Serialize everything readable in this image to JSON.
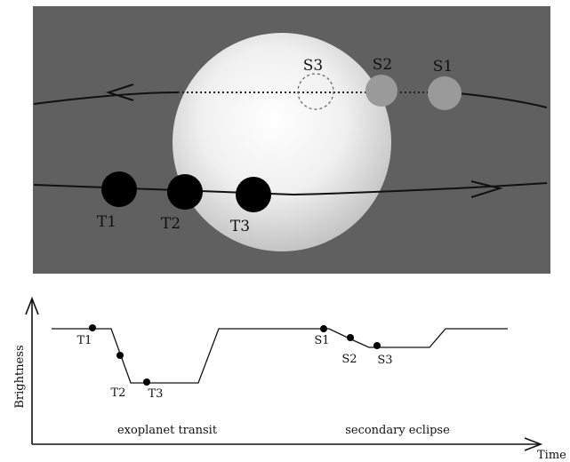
{
  "orbit_panel": {
    "transit_points": [
      {
        "label": "T1"
      },
      {
        "label": "T2"
      },
      {
        "label": "T3"
      }
    ],
    "eclipse_points": [
      {
        "label": "S1"
      },
      {
        "label": "S2"
      },
      {
        "label": "S3"
      }
    ],
    "colors": {
      "background": "#606060",
      "star_center": "#ffffff",
      "star_edge": "#c8c8c8",
      "planet_front": "#000000",
      "planet_back": "#9a9a9a"
    }
  },
  "light_curve": {
    "y_axis_label": "Brightness",
    "x_axis_label": "Time",
    "transit_caption": "exoplanet transit",
    "eclipse_caption": "secondary eclipse",
    "transit_labels": [
      "T1",
      "T2",
      "T3"
    ],
    "eclipse_labels": [
      "S1",
      "S2",
      "S3"
    ]
  }
}
